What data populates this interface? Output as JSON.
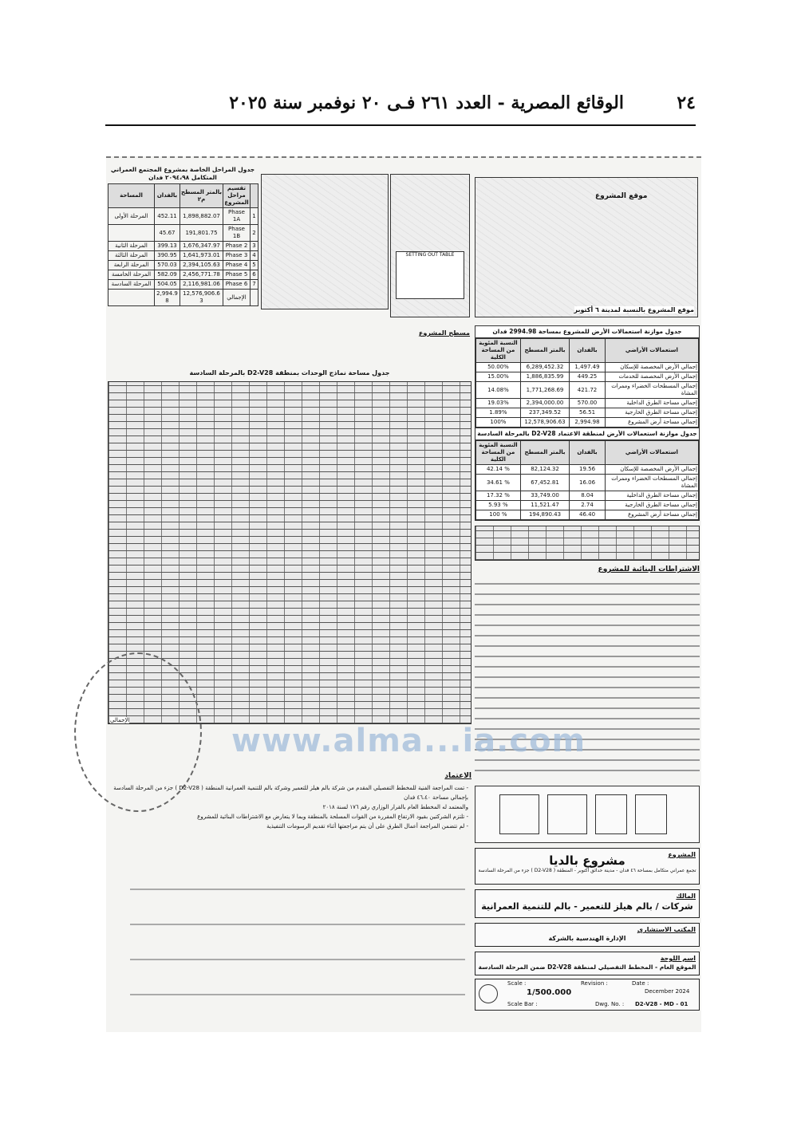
{
  "header": {
    "page_number": "٢٤",
    "title": "الوقائع المصرية - العدد ٢٦١ فـى ٢٠ نوفمبر سنة ٢٠٢٥"
  },
  "phases_table": {
    "caption": "جدول المراحل الخاصة بمشروع المجتمع العمراني المتكامل ٢٠٩٤،٩٨ فدان",
    "headers": [
      "تقسيم مراحل المشروع",
      "بالمتر المسطح م٢",
      "بالفدان",
      "المساحة"
    ],
    "rows": [
      {
        "n": "1",
        "phase": "Phase 1A",
        "m2": "1,898,882.07",
        "fed": "452.11",
        "name": "المرحلة الأولى"
      },
      {
        "n": "2",
        "phase": "Phase 1B",
        "m2": "191,801.75",
        "fed": "45.67",
        "name": ""
      },
      {
        "n": "3",
        "phase": "Phase 2",
        "m2": "1,676,347.97",
        "fed": "399.13",
        "name": "المرحلة الثانية"
      },
      {
        "n": "4",
        "phase": "Phase 3",
        "m2": "1,641,973.01",
        "fed": "390.95",
        "name": "المرحلة الثالثة"
      },
      {
        "n": "5",
        "phase": "Phase 4",
        "m2": "2,394,105.63",
        "fed": "570.03",
        "name": "المرحلة الرابعة"
      },
      {
        "n": "6",
        "phase": "Phase 5",
        "m2": "2,456,771.78",
        "fed": "582.09",
        "name": "المرحلة الخامسة"
      },
      {
        "n": "7",
        "phase": "Phase 6",
        "m2": "2,116,981.06",
        "fed": "504.05",
        "name": "المرحلة السادسة"
      }
    ],
    "total": {
      "label": "الإجمالي",
      "m2": "12,576,906.63",
      "fed": "2,994.98"
    }
  },
  "setout_label": "SETTING OUT TABLE",
  "site_map": {
    "title": "موقع المشروع بالنسبة لمدينة ٦ أكتوبر",
    "label": "موقع المشروع"
  },
  "land_use_1": {
    "caption": "جدول موازنة استعمالات الأرض للمشروع بمساحة 2994.98 فدان",
    "headers": [
      "استعمالات الأراضي",
      "بالفدان",
      "بالمتر المسطح",
      "النسبة المئوية من المساحة الكلية"
    ],
    "rows": [
      [
        "إجمالي الأرض المخصصة للإسكان",
        "1,497.49",
        "6,289,452.32",
        "50.00%"
      ],
      [
        "إجمالي الأرض المخصصة للخدمات",
        "449.25",
        "1,886,835.99",
        "15.00%"
      ],
      [
        "إجمالي المسطحات الخضراء وممرات المشاة",
        "421.72",
        "1,771,268.69",
        "14.08%"
      ],
      [
        "إجمالي مساحة الطرق الداخلية",
        "570.00",
        "2,394,000.00",
        "19.03%"
      ],
      [
        "إجمالي مساحة الطرق الخارجية",
        "56.51",
        "237,349.52",
        "1.89%"
      ],
      [
        "إجمالي مساحة أرض المشروع",
        "2,994.98",
        "12,578,906.63",
        "100%"
      ]
    ]
  },
  "land_use_2": {
    "caption": "جدول موازنة استعمالات الأرض لمنطقة الاعتماد D2-V28 بالمرحلة السادسة",
    "headers": [
      "استعمالات الأراضي",
      "بالفدان",
      "بالمتر المسطح",
      "النسبة المئوية من المساحة الكلية"
    ],
    "rows": [
      [
        "إجمالي الأرض المخصصة للإسكان",
        "19.56",
        "82,124.32",
        "% 42.14"
      ],
      [
        "إجمالي المسطحات الخضراء وممرات المشاة",
        "16.06",
        "67,452.81",
        "% 34.61"
      ],
      [
        "إجمالي مساحة الطرق الداخلية",
        "8.04",
        "33,749.00",
        "% 17.32"
      ],
      [
        "إجمالي مساحة الطرق الخارجية",
        "2.74",
        "11,521.47",
        "% 5.93"
      ],
      [
        "إجمالي مساحة أرض المشروع",
        "46.40",
        "194,890.43",
        "% 100"
      ]
    ]
  },
  "units_table": {
    "caption": "جدول مساحة نماذج الوحدات بمنطقة D2-V28 بالمرحلة السادسة",
    "side_title": "مسطح المشروع",
    "total_label": "الإجمالي"
  },
  "legal_title": "الاشتراطات البنائية للمشروع",
  "approval": {
    "title": "الاعتماد",
    "lines": [
      "- تمت المراجعة الفنية للمخطط التفصيلي المقدم من شركة بالم هيلز للتعمير وشركة بالم للتنمية العمرانية المنطقة ( D2-V28 ) جزء من المرحلة السادسة بإجمالي مساحة ٤٦،٤٠ فدان",
      "والمعتمد له المخطط العام بالقرار الوزاري رقم ١٧٦ لسنة ٢٠١٨",
      "- تلتزم الشركتين بقيود الارتفاع المقررة من القوات المسلحة بالمنطقة وبما لا يتعارض مع الاشتراطات البنائية للمشروع",
      "- لم تتضمن المراجعة أعمال الطرق على أن يتم مراجعتها أثناء تقديم الرسومات التنفيذية"
    ]
  },
  "watermark": "www.alma...ia.com",
  "title_block": {
    "project_label": "المشروع",
    "project": "مشروع بالديا",
    "project_sub": "تجمع عمراني متكامل بمساحة ٤٦ فدان - مدينة حدائق أكتوبر - المنطقة ( D2-V28 ) جزء من المرحلة السادسة",
    "owner_label": "المالك",
    "owner": "شركات / بالم هيلز للتعمير - بالم للتنمية العمرانية",
    "consultant_label": "المكتب الاستشاري",
    "consultant": "الإدارة الهندسية بالشركة",
    "drawing_label": "اسم اللوحة",
    "drawing": "الموقع العام - المخطط التفصيلي لمنطقة D2-V28 ضمن المرحلة السادسة",
    "scale_label": "Scale :",
    "scale": "1/500.000",
    "revision_label": "Revision :",
    "date_label": "Date :",
    "date": "December 2024",
    "scale_bar_label": "Scale Bar :",
    "dwg_label": "Dwg. No. :",
    "dwg": "D2-V28 - MD - 01"
  }
}
